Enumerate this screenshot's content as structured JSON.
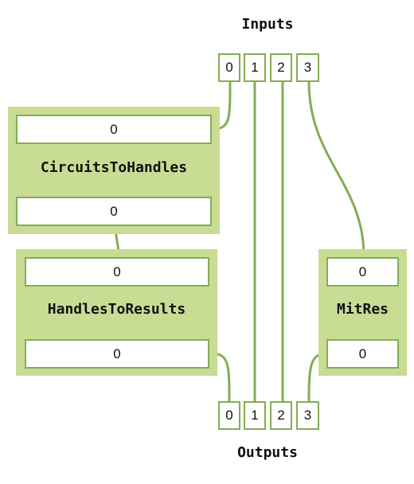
{
  "colors": {
    "wire": "#83ad53",
    "box_fill": "#c8dc94",
    "port_border": "#83ad53"
  },
  "inputs": {
    "title": "Inputs",
    "ports": [
      "0",
      "1",
      "2",
      "3"
    ]
  },
  "outputs": {
    "title": "Outputs",
    "ports": [
      "0",
      "1",
      "2",
      "3"
    ]
  },
  "boxes": {
    "circuits_to_handles": {
      "title": "CircuitsToHandles",
      "in_port": "0",
      "out_port": "0"
    },
    "handles_to_results": {
      "title": "HandlesToResults",
      "in_port": "0",
      "out_port": "0"
    },
    "mitres": {
      "title": "MitRes",
      "in_port": "0",
      "out_port": "0"
    }
  }
}
